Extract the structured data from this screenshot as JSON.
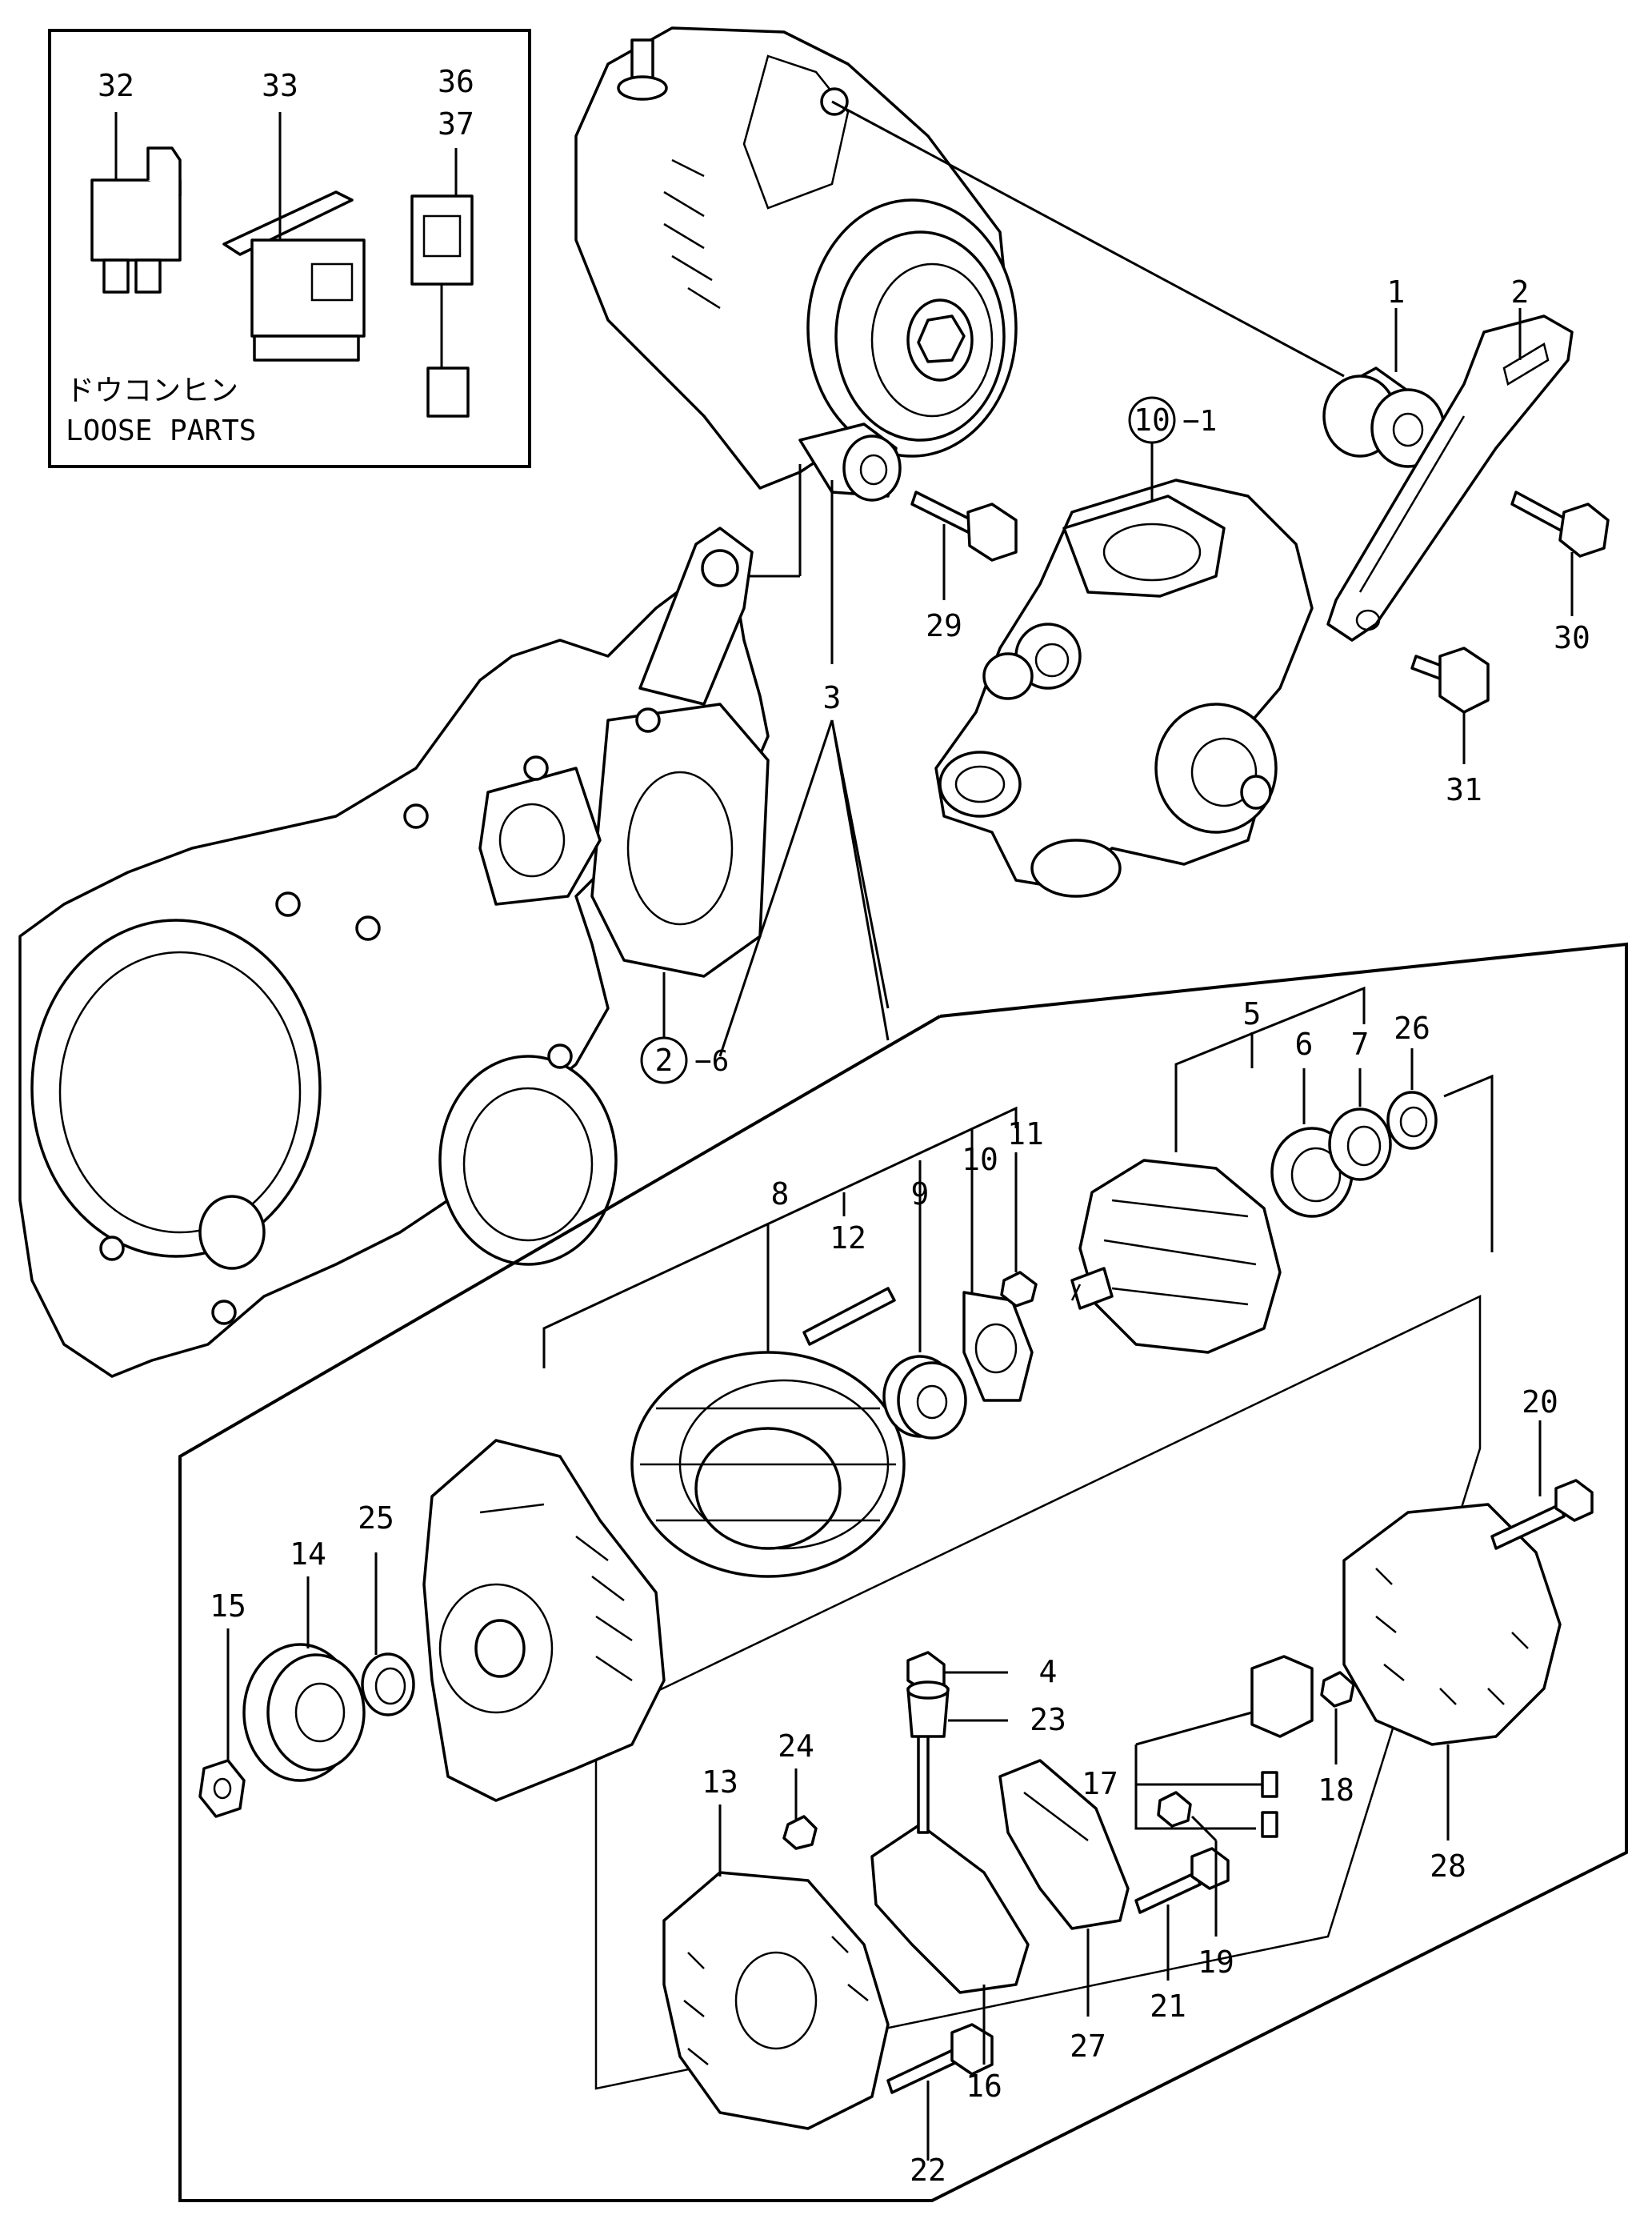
{
  "loose_parts": {
    "title_jp": "ドウコンヒン",
    "title_en": "LOOSE PARTS",
    "refs": [
      "32",
      "33",
      "36",
      "37"
    ]
  },
  "callouts": [
    "1",
    "2",
    "3",
    "4",
    "5",
    "6",
    "7",
    "8",
    "9",
    "10",
    "11",
    "12",
    "13",
    "14",
    "15",
    "16",
    "17",
    "18",
    "19",
    "20",
    "21",
    "22",
    "23",
    "24",
    "25",
    "26",
    "27",
    "28",
    "29",
    "30",
    "31"
  ],
  "circled_refs": [
    {
      "number": "10",
      "suffix": "−1"
    },
    {
      "number": "2",
      "suffix": "−6"
    }
  ]
}
